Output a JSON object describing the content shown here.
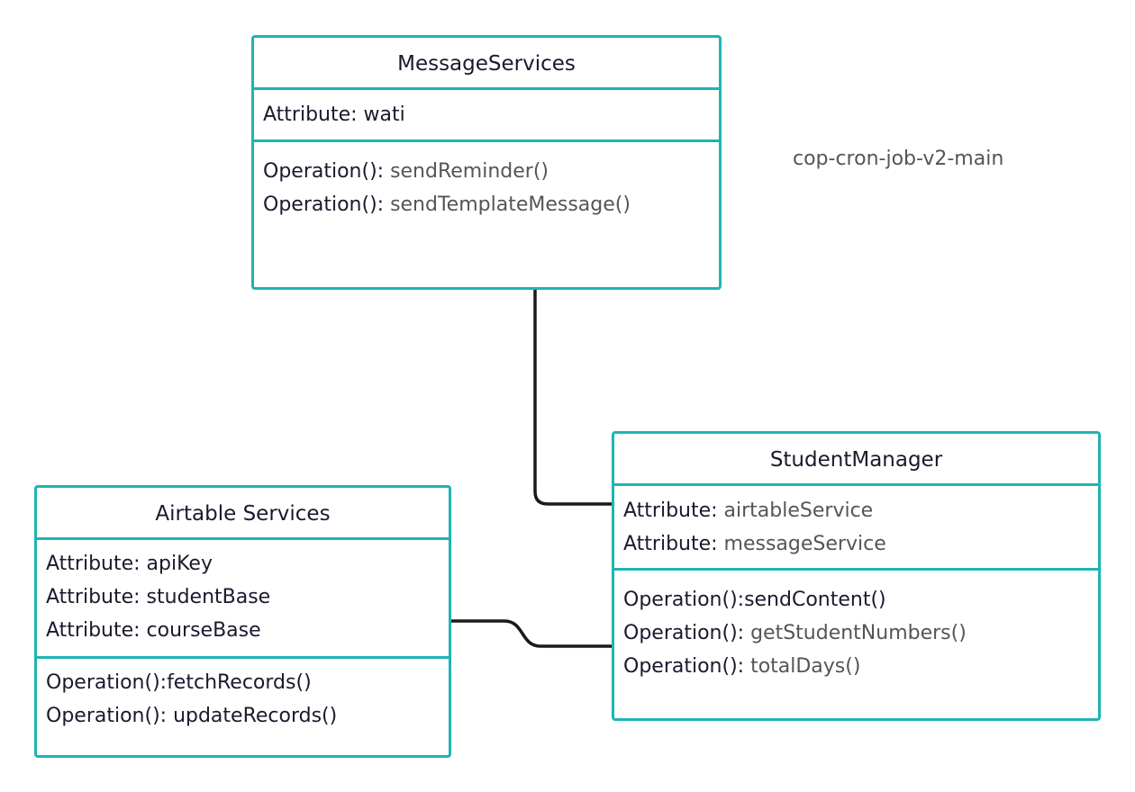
{
  "caption": "cop-cron-job-v2-main",
  "classes": {
    "message_services": {
      "name": "MessageServices",
      "attributes": [
        {
          "prefix": "Attribute: ",
          "value": "wati"
        }
      ],
      "operations": [
        {
          "prefix": "Operation(): ",
          "value": "sendReminder()"
        },
        {
          "prefix": "Operation(): ",
          "value": "sendTemplateMessage()"
        }
      ]
    },
    "student_manager": {
      "name": "StudentManager",
      "attributes": [
        {
          "prefix": "Attribute: ",
          "value": "airtableService"
        },
        {
          "prefix": "Attribute: ",
          "value": "messageService"
        }
      ],
      "operations": [
        {
          "prefix": "Operation():",
          "value": "sendContent()"
        },
        {
          "prefix": "Operation(): ",
          "value": "getStudentNumbers()"
        },
        {
          "prefix": "Operation(): ",
          "value": "totalDays()"
        }
      ]
    },
    "airtable_services": {
      "name": "Airtable Services",
      "attributes": [
        {
          "prefix": "Attribute: ",
          "value": "apiKey"
        },
        {
          "prefix": "Attribute: ",
          "value": "studentBase"
        },
        {
          "prefix": "Attribute: ",
          "value": "courseBase"
        }
      ],
      "operations": [
        {
          "prefix": "Operation():",
          "value": "fetchRecords()"
        },
        {
          "prefix": "Operation(): ",
          "value": "updateRecords()"
        }
      ]
    }
  },
  "colors": {
    "border": "#1fb3b3",
    "connector": "#1a1a1a",
    "text_dark": "#1a1a2e",
    "text_gray": "#555555"
  }
}
